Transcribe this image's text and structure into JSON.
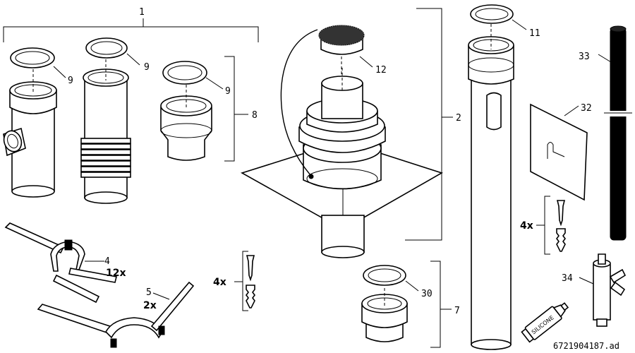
{
  "labels": {
    "p1": "1",
    "p2": "2",
    "p4": "4",
    "p4qty": "12x",
    "p5": "5",
    "p5qty": "2x",
    "p7": "7",
    "p8": "8",
    "p9a": "9",
    "p9b": "9",
    "p9c": "9",
    "p11": "11",
    "p12": "12",
    "p30": "30",
    "p32": "32",
    "p33": "33",
    "p34": "34",
    "qty_screws_left": "4x",
    "qty_screws_right": "4x"
  },
  "tube_text": "SILICONE",
  "reference": "6721904187.ad"
}
